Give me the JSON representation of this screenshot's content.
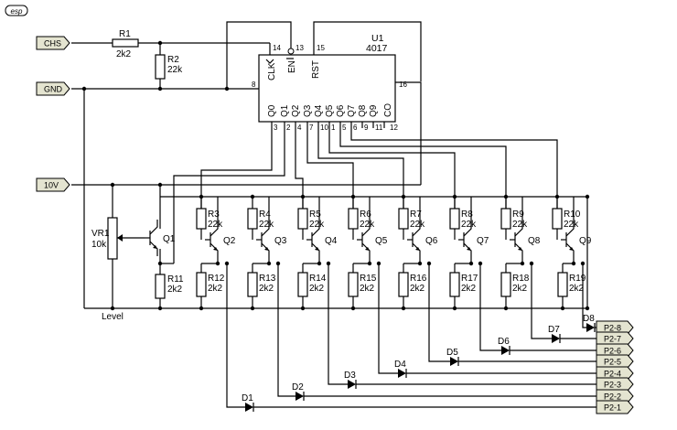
{
  "logo": "esp",
  "ports": {
    "chs": "CHS",
    "gnd": "GND",
    "v10": "10V"
  },
  "r1": {
    "ref": "R1",
    "value": "2k2"
  },
  "r2": {
    "ref": "R2",
    "value": "22k"
  },
  "u1": {
    "ref": "U1",
    "part": "4017",
    "clk": "CLK",
    "en": "EN",
    "rst": "RST",
    "outputs": [
      "Q0",
      "Q1",
      "Q2",
      "Q3",
      "Q4",
      "Q5",
      "Q6",
      "Q7",
      "Q8",
      "Q9",
      "CO"
    ],
    "pins_top": [
      "14",
      "13",
      "15"
    ],
    "pin_left": "8",
    "pin_right": "16",
    "pins_bottom": [
      "3",
      "2",
      "4",
      "7",
      "10",
      "1",
      "5",
      "6",
      "9",
      "11",
      "12"
    ]
  },
  "vr1": {
    "ref": "VR1",
    "value": "10k",
    "label": "Level"
  },
  "q1": "Q1",
  "pullups": [
    {
      "ref": "R3",
      "value": "22k"
    },
    {
      "ref": "R4",
      "value": "22k"
    },
    {
      "ref": "R5",
      "value": "22k"
    },
    {
      "ref": "R6",
      "value": "22k"
    },
    {
      "ref": "R7",
      "value": "22k"
    },
    {
      "ref": "R8",
      "value": "22k"
    },
    {
      "ref": "R9",
      "value": "22k"
    },
    {
      "ref": "R10",
      "value": "22k"
    }
  ],
  "transistors": [
    "Q2",
    "Q3",
    "Q4",
    "Q5",
    "Q6",
    "Q7",
    "Q8",
    "Q9"
  ],
  "r11": {
    "ref": "R11",
    "value": "2k2"
  },
  "emitter_resistors": [
    {
      "ref": "R12",
      "value": "2k2"
    },
    {
      "ref": "R13",
      "value": "2k2"
    },
    {
      "ref": "R14",
      "value": "2k2"
    },
    {
      "ref": "R15",
      "value": "2k2"
    },
    {
      "ref": "R16",
      "value": "2k2"
    },
    {
      "ref": "R17",
      "value": "2k2"
    },
    {
      "ref": "R18",
      "value": "2k2"
    },
    {
      "ref": "R19",
      "value": "2k2"
    }
  ],
  "diodes": [
    "D1",
    "D2",
    "D3",
    "D4",
    "D5",
    "D6",
    "D7",
    "D8"
  ],
  "outputs": [
    "P2-8",
    "P2-7",
    "P2-6",
    "P2-5",
    "P2-4",
    "P2-3",
    "P2-2",
    "P2-1"
  ]
}
